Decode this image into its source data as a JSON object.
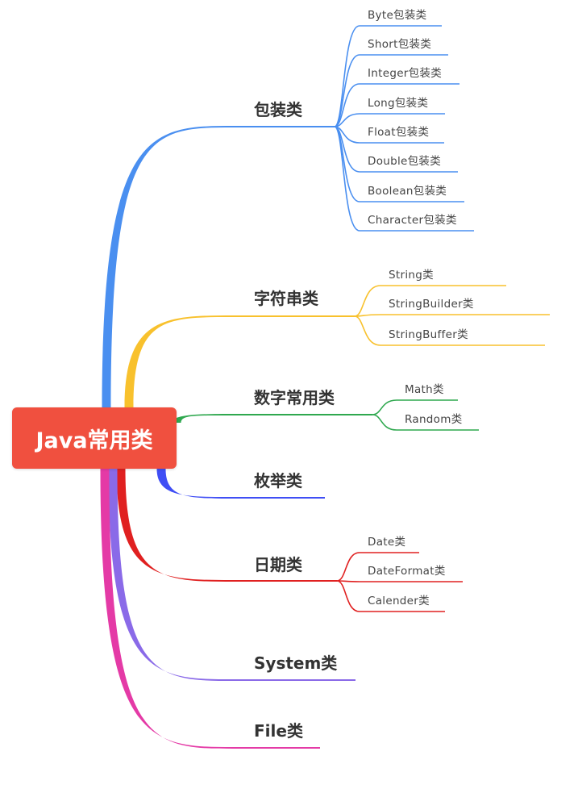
{
  "root": {
    "label": "Java常用类",
    "color": "#f0503f"
  },
  "branches": [
    {
      "id": "wrapper",
      "label": "包装类",
      "color": "#4a8ff0",
      "children": [
        "Byte包装类",
        "Short包装类",
        "Integer包装类",
        "Long包装类",
        "Float包装类",
        "Double包装类",
        "Boolean包装类",
        "Character包装类"
      ]
    },
    {
      "id": "string",
      "label": "字符串类",
      "color": "#f8c12d",
      "children": [
        "String类",
        "StringBuilder类",
        "StringBuffer类"
      ]
    },
    {
      "id": "number",
      "label": "数字常用类",
      "color": "#2fa84f",
      "children": [
        "Math类",
        "Random类"
      ]
    },
    {
      "id": "enum",
      "label": "枚举类",
      "color": "#3f4ef5",
      "children": []
    },
    {
      "id": "date",
      "label": "日期类",
      "color": "#e02020",
      "children": [
        "Date类",
        "DateFormat类",
        "Calender类"
      ]
    },
    {
      "id": "system",
      "label": "System类",
      "color": "#8a6ae8",
      "children": []
    },
    {
      "id": "file",
      "label": "File类",
      "color": "#e43aa6",
      "children": []
    }
  ]
}
